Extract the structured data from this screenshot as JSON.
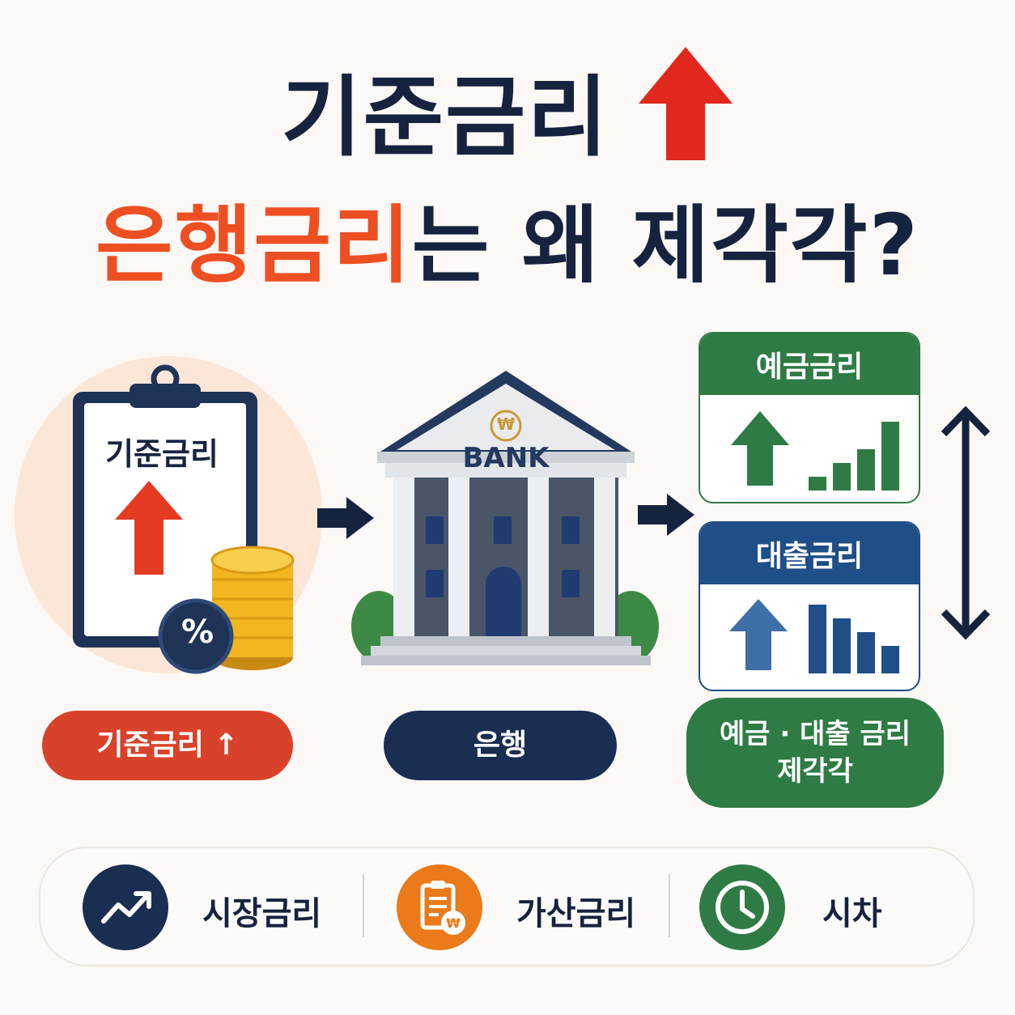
{
  "title": {
    "line1": "기준금리",
    "line2_accent": "은행금리",
    "line2_rest": "는 왜 제각각?"
  },
  "clipboard": {
    "label": "기준금리",
    "coin_symbol": "%"
  },
  "bank": {
    "sign": "BANK",
    "emblem": "₩"
  },
  "deposit_card": {
    "label": "예금금리",
    "bars": [
      1,
      2,
      3,
      5
    ]
  },
  "loan_card": {
    "label": "대출금리",
    "bars": [
      5,
      4,
      3,
      2
    ]
  },
  "pills": {
    "base_rate": "기준금리 ↑",
    "bank": "은행",
    "result_line1": "예금 · 대출 금리",
    "result_line2": "제각각"
  },
  "factors": [
    {
      "label": "시장금리",
      "icon": "trend-up-icon",
      "color": "#1a2e52"
    },
    {
      "label": "가산금리",
      "icon": "clipboard-won-icon",
      "color": "#ea7a1a"
    },
    {
      "label": "시차",
      "icon": "clock-icon",
      "color": "#2f7b45"
    }
  ],
  "colors": {
    "accent": "#ee4f22",
    "navy": "#16233f",
    "green": "#2f7b45",
    "blue": "#1f4e88",
    "orange": "#ea7a1a"
  }
}
